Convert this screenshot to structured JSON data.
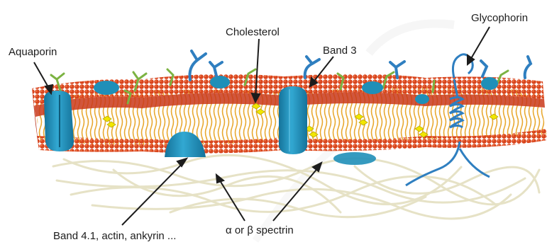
{
  "labels": {
    "aquaporin": "Aquaporin",
    "cholesterol": "Cholesterol",
    "band3": "Band 3",
    "glycophorin": "Glycophorin",
    "band41": "Band 4.1, actin, ankyrin ...",
    "spectrin": "α or β spectrin"
  },
  "colors": {
    "membrane_heads": "#d9441c",
    "lipid_tails": "#e8a830",
    "protein": "#1f8fb8",
    "carbohydrate": "#2f7fc0",
    "glycolipid": "#7cb342",
    "cholesterol": "#f2e600",
    "spectrin": "#e6e2c6"
  }
}
